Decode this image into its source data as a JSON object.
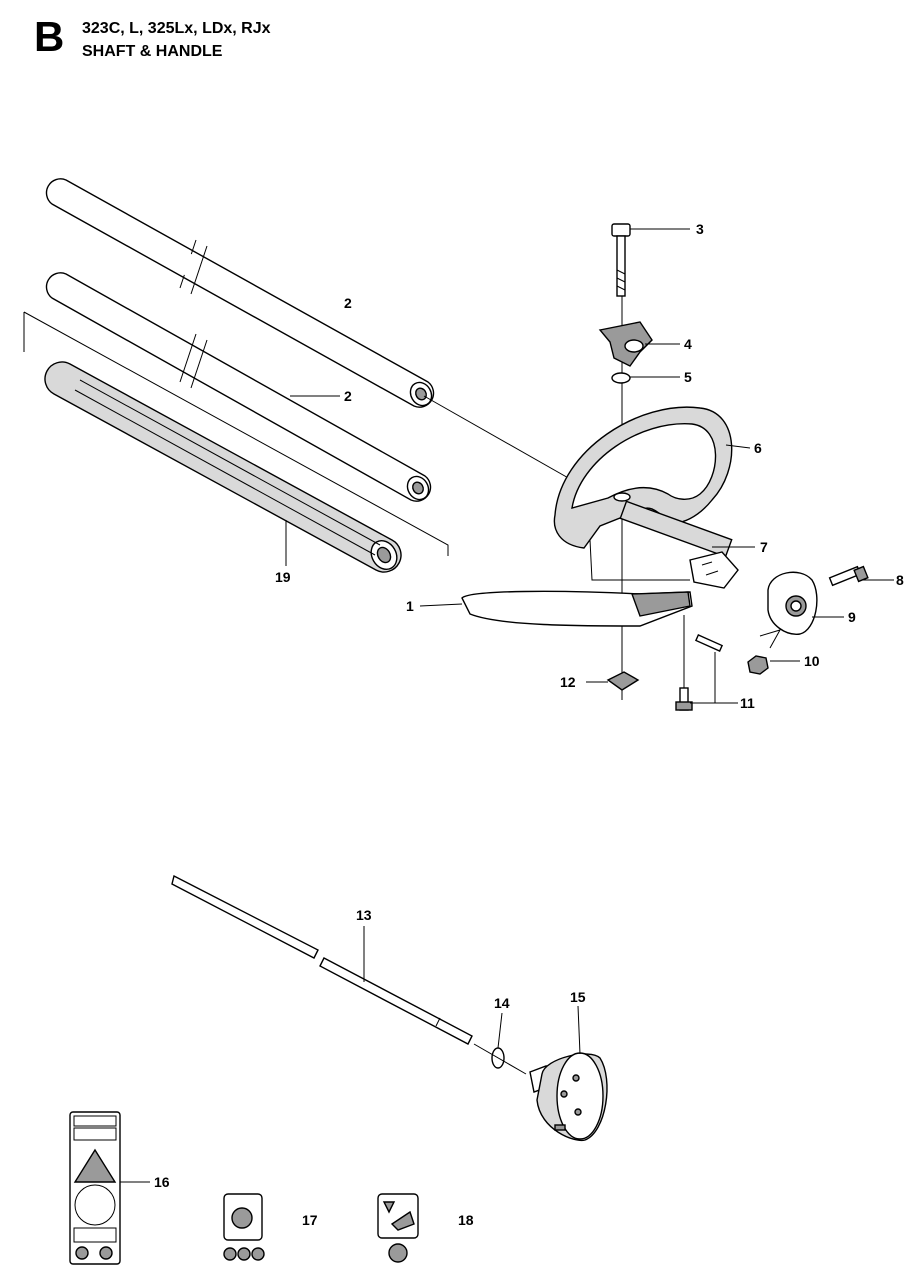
{
  "header": {
    "section_letter": "B",
    "models": "323C, L, 325Lx, LDx, RJx",
    "title": "SHAFT & HANDLE"
  },
  "callouts": [
    "1",
    "2",
    "2",
    "3",
    "4",
    "5",
    "6",
    "7",
    "8",
    "9",
    "10",
    "11",
    "12",
    "13",
    "14",
    "15",
    "16",
    "17",
    "18",
    "19"
  ]
}
